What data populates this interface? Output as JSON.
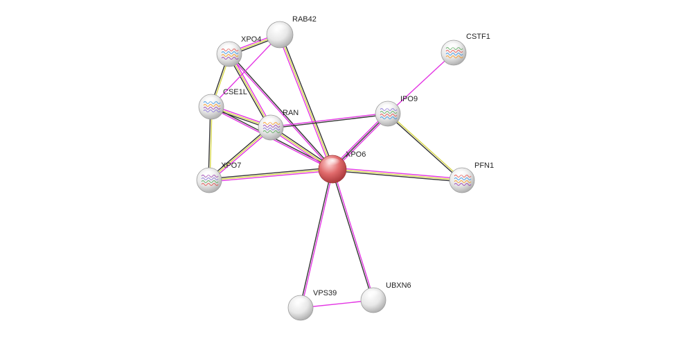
{
  "network": {
    "nodes": [
      {
        "id": "XPO6",
        "label": "XPO6",
        "query": true,
        "structure": false
      },
      {
        "id": "RAB42",
        "label": "RAB42",
        "query": false,
        "structure": false
      },
      {
        "id": "XPO4",
        "label": "XPO4",
        "query": false,
        "structure": true
      },
      {
        "id": "CSE1L",
        "label": "CSE1L",
        "query": false,
        "structure": true
      },
      {
        "id": "RAN",
        "label": "RAN",
        "query": false,
        "structure": true
      },
      {
        "id": "XPO7",
        "label": "XPO7",
        "query": false,
        "structure": true
      },
      {
        "id": "IPO9",
        "label": "IPO9",
        "query": false,
        "structure": true
      },
      {
        "id": "CSTF1",
        "label": "CSTF1",
        "query": false,
        "structure": true
      },
      {
        "id": "PFN1",
        "label": "PFN1",
        "query": false,
        "structure": true
      },
      {
        "id": "VPS39",
        "label": "VPS39",
        "query": false,
        "structure": false
      },
      {
        "id": "UBXN6",
        "label": "UBXN6",
        "query": false,
        "structure": false
      }
    ],
    "edges": [
      {
        "a": "XPO6",
        "b": "RAB42",
        "evidence": [
          "magenta",
          "yellow",
          "black"
        ]
      },
      {
        "a": "XPO6",
        "b": "XPO4",
        "evidence": [
          "magenta",
          "black"
        ]
      },
      {
        "a": "XPO6",
        "b": "CSE1L",
        "evidence": [
          "magenta",
          "black"
        ]
      },
      {
        "a": "XPO6",
        "b": "RAN",
        "evidence": [
          "magenta",
          "yellow",
          "black"
        ]
      },
      {
        "a": "XPO6",
        "b": "XPO7",
        "evidence": [
          "magenta",
          "yellow",
          "black"
        ]
      },
      {
        "a": "XPO6",
        "b": "IPO9",
        "evidence": [
          "magenta",
          "black",
          "magenta"
        ]
      },
      {
        "a": "XPO6",
        "b": "PFN1",
        "evidence": [
          "magenta",
          "yellow",
          "black"
        ]
      },
      {
        "a": "XPO6",
        "b": "VPS39",
        "evidence": [
          "magenta",
          "black"
        ]
      },
      {
        "a": "XPO6",
        "b": "UBXN6",
        "evidence": [
          "magenta",
          "black"
        ]
      },
      {
        "a": "XPO4",
        "b": "RAB42",
        "evidence": [
          "magenta",
          "yellow",
          "black"
        ]
      },
      {
        "a": "XPO4",
        "b": "CSE1L",
        "evidence": [
          "yellow",
          "black"
        ]
      },
      {
        "a": "XPO4",
        "b": "RAN",
        "evidence": [
          "magenta",
          "yellow",
          "black"
        ]
      },
      {
        "a": "CSE1L",
        "b": "RAB42",
        "evidence": [
          "magenta"
        ]
      },
      {
        "a": "CSE1L",
        "b": "RAN",
        "evidence": [
          "magenta",
          "yellow",
          "black"
        ]
      },
      {
        "a": "CSE1L",
        "b": "XPO7",
        "evidence": [
          "yellow",
          "black"
        ]
      },
      {
        "a": "RAN",
        "b": "XPO7",
        "evidence": [
          "magenta",
          "yellow",
          "black"
        ]
      },
      {
        "a": "RAN",
        "b": "IPO9",
        "evidence": [
          "magenta",
          "black"
        ]
      },
      {
        "a": "IPO9",
        "b": "CSTF1",
        "evidence": [
          "magenta"
        ]
      },
      {
        "a": "IPO9",
        "b": "PFN1",
        "evidence": [
          "yellow",
          "black"
        ]
      },
      {
        "a": "VPS39",
        "b": "UBXN6",
        "evidence": [
          "magenta"
        ]
      }
    ]
  },
  "colors": {
    "magenta": "#e335e3",
    "yellow": "#d8d84a",
    "black": "#333333",
    "query_node": "#e0595b",
    "default_node": "#e6e6e6"
  }
}
